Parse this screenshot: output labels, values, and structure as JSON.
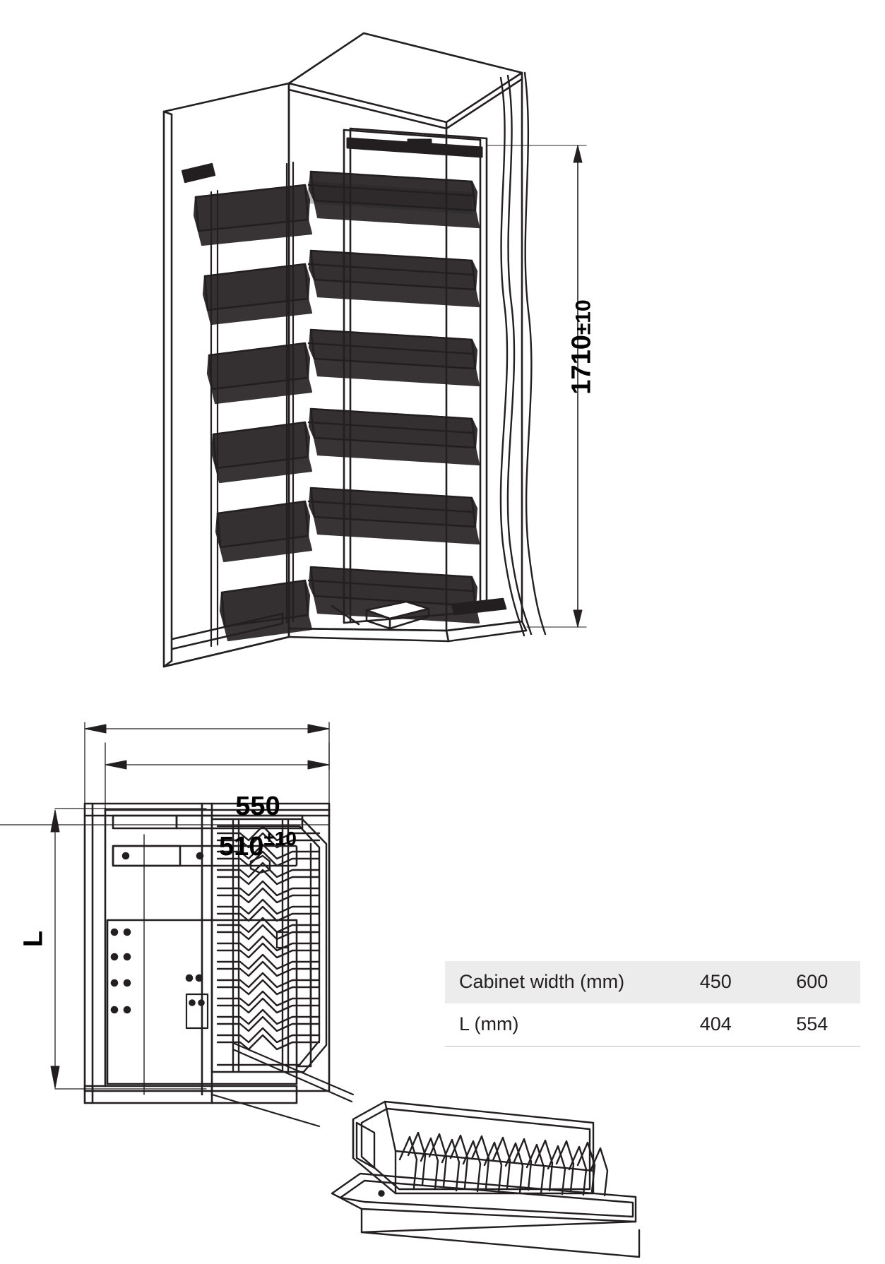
{
  "drawing": {
    "title": "Pull-out larder unit technical drawing",
    "top_view": {
      "name": "isometric-cabinet-view",
      "description": "Isometric line drawing of a tall pull-out larder cabinet with six pairs of wire baskets mounted on the door and on the centre frame",
      "basket_pairs": 6,
      "height_dimension": {
        "value": "1710",
        "tolerance": "±10",
        "orientation": "vertical"
      }
    },
    "bottom_view": {
      "name": "plan-view-cabinet",
      "description": "Plan (top-down) view of the larder with wire basket and detached angled basket",
      "width_dimension_outer": {
        "value": "550",
        "tolerance": ""
      },
      "width_dimension_inner": {
        "value": "510",
        "tolerance": "±10"
      },
      "depth_dimension": {
        "value": "L",
        "tolerance": ""
      }
    }
  },
  "spec_table": {
    "name": "cabinet-width-table",
    "header": {
      "label": "Cabinet width (mm)",
      "values": [
        "450",
        "600"
      ]
    },
    "rows": [
      {
        "label": "L (mm)",
        "values": [
          "404",
          "554"
        ]
      }
    ]
  },
  "colors": {
    "line": "#231f20",
    "table_header_bg": "#ececed",
    "table_rule": "#b9b9b9",
    "text": "#231f20"
  }
}
